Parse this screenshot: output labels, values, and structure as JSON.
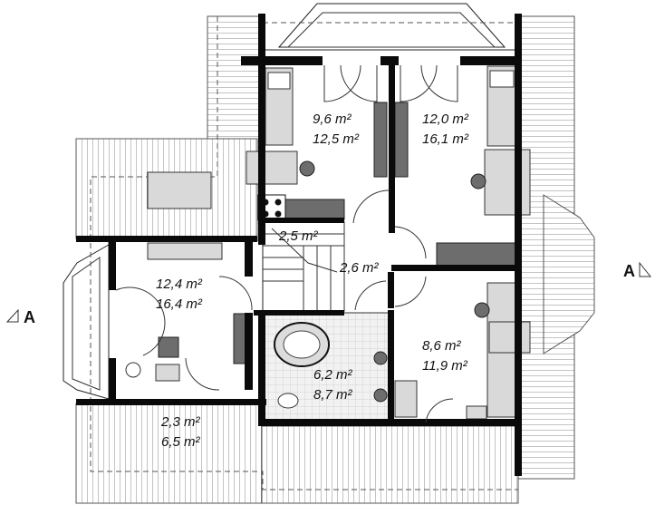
{
  "rooms": [
    {
      "id": "bedroom-1",
      "area_1": "9,6 m²",
      "area_2": "12,5 m²"
    },
    {
      "id": "bedroom-2",
      "area_1": "12,0 m²",
      "area_2": "16,1 m²"
    },
    {
      "id": "stairs",
      "area_1": "2,5 m²"
    },
    {
      "id": "hall",
      "area_1": "2,6 m²"
    },
    {
      "id": "bedroom-3",
      "area_1": "12,4 m²",
      "area_2": "16,4 m²"
    },
    {
      "id": "bathroom",
      "area_1": "6,2 m²",
      "area_2": "8,7 m²"
    },
    {
      "id": "bedroom-4",
      "area_1": "8,6 m²",
      "area_2": "11,9 m²"
    },
    {
      "id": "storage",
      "area_1": "2,3 m²",
      "area_2": "6,5 m²"
    }
  ],
  "section_marks": {
    "left": "A",
    "right": "A"
  },
  "colors": {
    "wall": "#0a0a0a",
    "roof": "#9a9a9a",
    "furniture": "#d9d9d9"
  }
}
